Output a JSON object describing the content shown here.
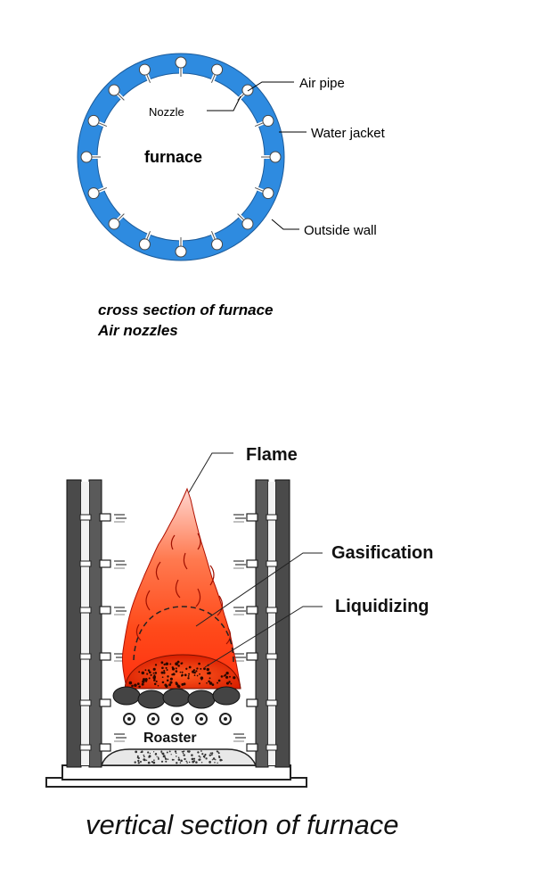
{
  "cross_section": {
    "labels": {
      "air_pipe": "Air pipe",
      "nozzle": "Nozzle",
      "water_jacket": "Water jacket",
      "outside_wall": "Outside wall",
      "furnace": "furnace"
    },
    "caption_line1": "cross section of furnace",
    "caption_line2": "Air nozzles",
    "ring_color": "#2e8be0",
    "nozzle_count": 16
  },
  "vertical_section": {
    "labels": {
      "flame": "Flame",
      "gasification": "Gasification",
      "liquidizing": "Liquidizing",
      "roaster": "Roaster"
    },
    "caption": "vertical section of furnace",
    "flame_color": "#ff4a1a"
  }
}
